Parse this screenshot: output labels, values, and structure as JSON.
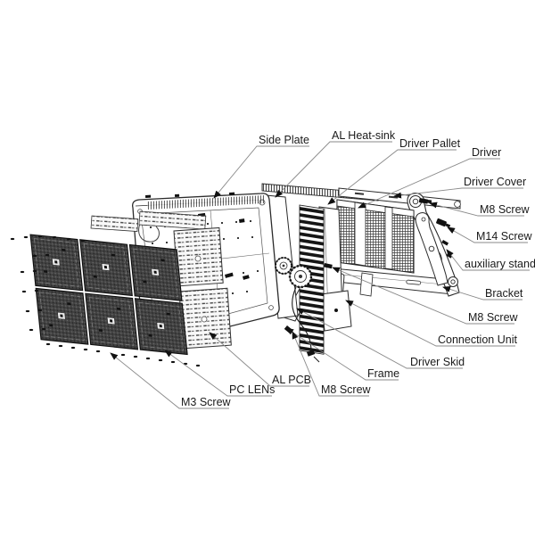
{
  "figure": {
    "kind": "exploded-view line diagram",
    "background": "#ffffff"
  },
  "colors": {
    "line": "#2b2b2b",
    "leader": "#8a8a8a",
    "label_text": "#1a1a1a",
    "panel_dark": "#424242",
    "fill": "#ffffff"
  },
  "parts": [
    {
      "name": "Side Plate"
    },
    {
      "name": "AL Heat-sink"
    },
    {
      "name": "Driver Pallet"
    },
    {
      "name": "Driver"
    },
    {
      "name": "Driver Cover"
    },
    {
      "name": "M8 Screw"
    },
    {
      "name": "M14 Screw"
    },
    {
      "name": "auxiliary stand"
    },
    {
      "name": "Bracket"
    },
    {
      "name": "M8 Screw"
    },
    {
      "name": "Connection Unit"
    },
    {
      "name": "Driver Skid"
    },
    {
      "name": "Frame"
    },
    {
      "name": "M8 Screw"
    },
    {
      "name": "AL PCB"
    },
    {
      "name": "PC LENs"
    },
    {
      "name": "M3 Screw"
    }
  ]
}
